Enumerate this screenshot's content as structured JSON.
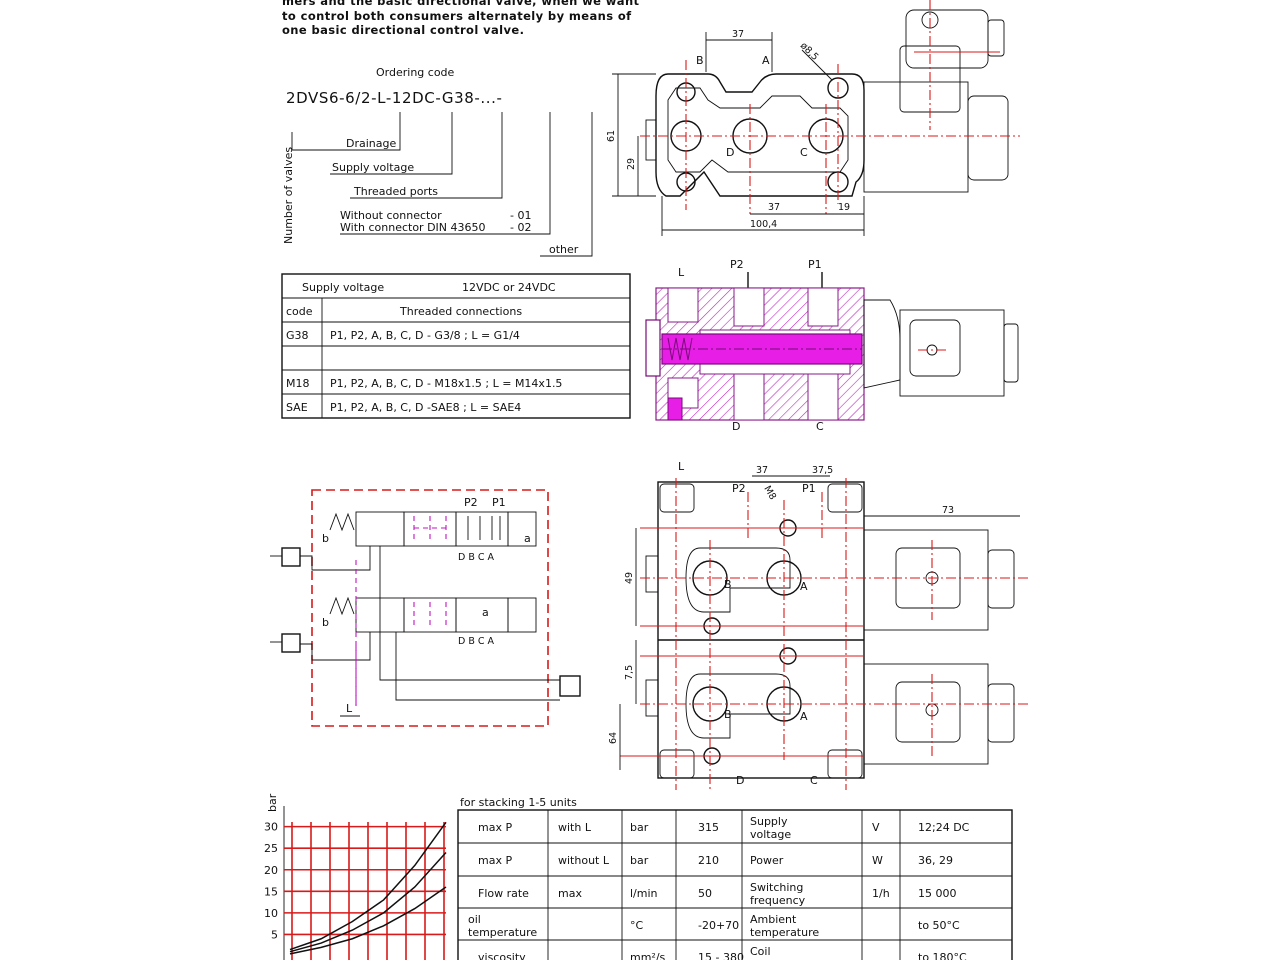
{
  "intro_lines": [
    "mers and the basic directional valve, when we want",
    "to control both consumers alternately by means of",
    "one basic directional control valve."
  ],
  "ordering": {
    "heading": "Ordering code",
    "code": "2DVS6-6/2-L-12DC-G38-...-",
    "number_of_valves": "Number of valves",
    "drainage": "Drainage",
    "supply_voltage": "Supply voltage",
    "threaded_ports": "Threaded ports",
    "without_connector": "Without connector",
    "without_code": "- 01",
    "with_connector": "With connector DIN 43650",
    "with_code": "- 02",
    "other": "other"
  },
  "supply_table": {
    "supply_label": "Supply voltage",
    "supply_value": "12VDC or 24VDC",
    "col_code": "code",
    "col_threaded": "Threaded connections",
    "rows": [
      {
        "code": "G38",
        "desc": "P1, P2, A, B, C, D - G3/8 ; L = G1/4"
      },
      {
        "code": "",
        "desc": ""
      },
      {
        "code": "M18",
        "desc": "P1, P2, A, B, C, D - M18x1.5 ; L = M14x1.5"
      },
      {
        "code": "SAE",
        "desc": "P1, P2, A, B, C, D -SAE8 ; L = SAE4"
      }
    ]
  },
  "top_view": {
    "dim_37": "37",
    "dim_dia": "ø8,5",
    "port_b": "B",
    "port_a": "A",
    "port_d": "D",
    "port_c": "C",
    "dim_61": "61",
    "dim_29": "29",
    "dim_37b": "37",
    "dim_19": "19",
    "dim_100": "100,4"
  },
  "section_view": {
    "port_l": "L",
    "port_p2": "P2",
    "port_p1": "P1",
    "port_d": "D",
    "port_c": "C",
    "highlight_color": "#e61ee6",
    "hatch_color": "#c02cc0"
  },
  "schematic": {
    "port_p2": "P2",
    "port_p1": "P1",
    "label_b": "b",
    "label_a": "a",
    "ports_bottom": "D B C A",
    "port_l": "L"
  },
  "stack_view": {
    "port_l": "L",
    "dim_37": "37",
    "dim_375": "37,5",
    "port_p2": "P2",
    "dim_m8": "M8",
    "port_p1": "P1",
    "dim_73": "73",
    "dim_49": "49",
    "port_b1": "B",
    "port_a1": "A",
    "dim_75": "7,5",
    "dim_64": "64",
    "port_b2": "B",
    "port_a2": "A",
    "port_d": "D",
    "port_c": "C"
  },
  "chart_data": {
    "type": "line",
    "ylabel": "bar",
    "yticks": [
      5,
      10,
      15,
      20,
      25,
      30
    ],
    "ylim": [
      0,
      32
    ],
    "grid": true,
    "grid_color": "#d91a1a",
    "series": [
      {
        "values": [
          [
            0,
            0.5
          ],
          [
            0.2,
            2
          ],
          [
            0.4,
            4
          ],
          [
            0.6,
            7
          ],
          [
            0.8,
            11
          ],
          [
            1.0,
            16
          ]
        ]
      },
      {
        "values": [
          [
            0,
            1
          ],
          [
            0.2,
            3
          ],
          [
            0.4,
            6
          ],
          [
            0.6,
            10
          ],
          [
            0.8,
            16
          ],
          [
            1.0,
            24
          ]
        ]
      },
      {
        "values": [
          [
            0,
            1.5
          ],
          [
            0.2,
            4
          ],
          [
            0.4,
            8
          ],
          [
            0.6,
            13
          ],
          [
            0.8,
            21
          ],
          [
            1.0,
            31
          ]
        ]
      }
    ]
  },
  "specs": {
    "heading": "for stacking 1-5 units",
    "rows": [
      {
        "c1": "max P",
        "c2": "with L",
        "c3": "bar",
        "c4": "315",
        "c5": "Supply voltage",
        "c6": "V",
        "c7": "12;24 DC"
      },
      {
        "c1": "max P",
        "c2": "without L",
        "c3": "bar",
        "c4": "210",
        "c5": "Power",
        "c6": "W",
        "c7": "36, 29"
      },
      {
        "c1": "Flow rate",
        "c2": "max",
        "c3": "l/min",
        "c4": "50",
        "c5": "Switching frequency",
        "c6": "1/h",
        "c7": "15 000"
      },
      {
        "c1": "oil temperature",
        "c2": "",
        "c3": "°C",
        "c4": "-20+70",
        "c5": "Ambient temperature",
        "c6": "",
        "c7": "to 50°C"
      },
      {
        "c1": "viscosity",
        "c2": "",
        "c3": "mm²/s",
        "c4": "15 - 380",
        "c5": "Coil temperature",
        "c6": "",
        "c7": "to 180°C"
      }
    ]
  }
}
